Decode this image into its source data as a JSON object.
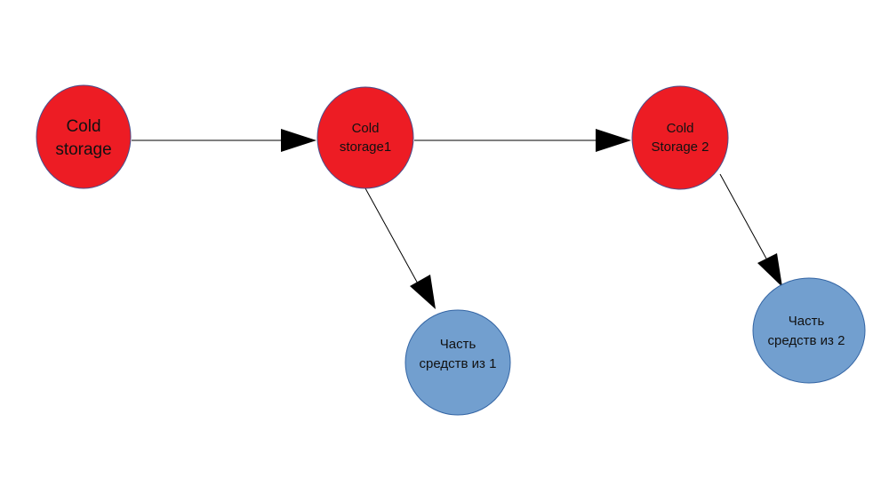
{
  "colors": {
    "cold_node_fill": "#ed1c24",
    "cold_node_stroke": "#4a4f8c",
    "part_node_fill": "#729fcf",
    "part_node_stroke": "#3465a4",
    "edge": "#000000",
    "background": "#ffffff"
  },
  "nodes": {
    "cold_storage": {
      "line1": "Cold",
      "line2": "storage"
    },
    "cold_storage_1": {
      "line1": "Cold",
      "line2": "storage1"
    },
    "cold_storage_2": {
      "line1": "Cold",
      "line2": "Storage 2"
    },
    "part_from_1": {
      "line1": "Часть",
      "line2": "средств из 1"
    },
    "part_from_2": {
      "line1": "Часть",
      "line2": "средств из 2"
    }
  },
  "edges": [
    {
      "from": "cold_storage",
      "to": "cold_storage_1"
    },
    {
      "from": "cold_storage_1",
      "to": "cold_storage_2"
    },
    {
      "from": "cold_storage_1",
      "to": "part_from_1"
    },
    {
      "from": "cold_storage_2",
      "to": "part_from_2"
    }
  ]
}
